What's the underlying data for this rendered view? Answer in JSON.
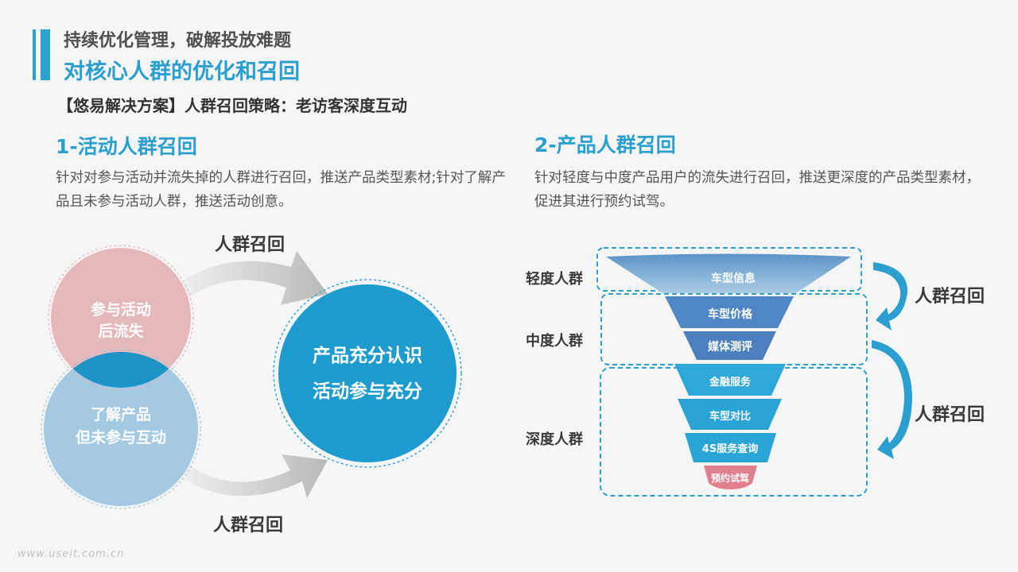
{
  "header": {
    "kicker": "持续优化管理，破解投放难题",
    "title": "对核心人群的优化和召回",
    "subtitle": "【悠易解决方案】人群召回策略：老访客深度互动"
  },
  "left_section": {
    "title": "1-活动人群召回",
    "description": "针对对参与活动并流失掉的人群进行召回，推送产品类型素材;针对了解产品且未参与活动人群，推送活动创意。",
    "circle_top": [
      "参与活动",
      "后流失"
    ],
    "circle_bottom": [
      "了解产品",
      "但未参与互动"
    ],
    "circle_target": [
      "产品充分认识",
      "活动参与充分"
    ],
    "arrow_label_top": "人群召回",
    "arrow_label_bottom": "人群召回"
  },
  "right_section": {
    "title": "2-产品人群召回",
    "description": "针对轻度与中度产品用户的流失进行召回，推送更深度的产品类型素材，促进其进行预约试驾。",
    "group_labels": [
      "轻度人群",
      "中度人群",
      "深度人群"
    ],
    "funnel_stages": [
      "车型信息",
      "车型价格",
      "媒体测评",
      "金融服务",
      "车型对比",
      "4S服务查询",
      "预约试驾"
    ],
    "arrow_labels": [
      "人群召回",
      "人群召回"
    ]
  },
  "colors": {
    "accent": "#2a9fd0",
    "circle_pink": "#e5b8bb",
    "circle_light_blue": "#a3c9e3",
    "circle_deep_blue": "#1f9ccf",
    "funnel_light": "#a0c6e0",
    "funnel_mid": "#4b82c2",
    "funnel_deep": "#29a7d9",
    "funnel_last": "#e27f8e"
  },
  "watermark": "www.useit.com.cn"
}
